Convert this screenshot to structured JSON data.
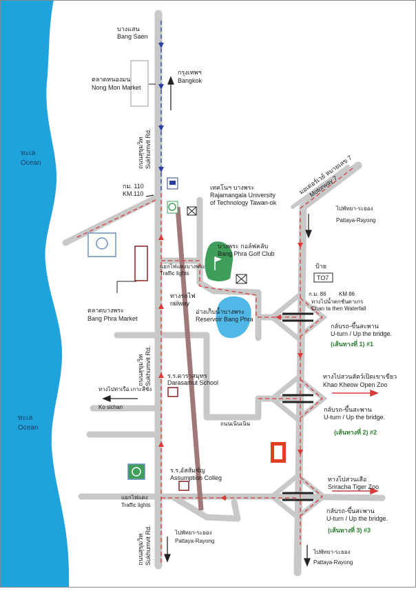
{
  "colors": {
    "ocean": "#1fa3dd",
    "road": "#c8c8c8",
    "route": "#d93a3a",
    "rail": "#a07878",
    "lake": "#4fb8e6",
    "golf": "#3f9e5a",
    "route_label_green": "#2e7d32"
  },
  "ocean": {
    "top": {
      "thai": "ทะเล",
      "en": "Ocean"
    },
    "bottom": {
      "thai": "ทะเล",
      "en": "Ocean"
    }
  },
  "places": {
    "bang_saen": {
      "thai": "บางแสน",
      "en": "Bang Saen"
    },
    "nong_mon": {
      "thai": "ตลาดหนองมน",
      "en": "Nong Mon Market"
    },
    "bangkok": {
      "thai": "กรุงเทพฯ",
      "en": "Bangkok"
    },
    "sukhumvit_top": {
      "thai": "ถนนสุขุมวิท",
      "en": "Sukhumvit Rd."
    },
    "km110": {
      "thai": "กม. 110",
      "en": "KM.110"
    },
    "university": {
      "thai": "เทคโนฯ บางพระ",
      "en1": "Rajamangala University",
      "en2": "of Technology Tawan-ok"
    },
    "golf": {
      "thai": "บางพระ กอล์ฟคลับ",
      "en": "Bang Phra Golf Club"
    },
    "traffic_top": {
      "thai": "แยกไฟแดงบางพระ",
      "en": "Traffic lights"
    },
    "railway": {
      "thai": "ทางรถไฟ",
      "en": "railway"
    },
    "reservoir": {
      "thai": "อ่างเก็บน้ำบางพระ",
      "en": "Reservoir Bang Phra"
    },
    "bang_phra_market": {
      "thai": "ตลาดบางพระ",
      "en": "Bang Phra Market"
    },
    "sukhumvit_mid": {
      "thai": "ถนนสุขุมวิท",
      "en": "Sukhumvit Rd."
    },
    "darasamut": {
      "thai": "ร.ร.ดาราสมุทร",
      "en": "Darasamut School"
    },
    "ko_sichang": {
      "thai": "ทางไปท่าเรือ เกาะสีชัง",
      "en": "Ko sichan"
    },
    "nonmuen": {
      "thai": "ถนนเนินเนิน"
    },
    "assumption": {
      "thai": "ร.ร.อัสสัมชัญ",
      "en": "Assumption Colleg"
    },
    "traffic_bottom": {
      "thai": "แยกไฟแดง",
      "en": "Traffic lights"
    },
    "sukhumvit_bottom": {
      "thai": "ถนนสุขุมวิท",
      "en": "Sukhumvit Rd."
    },
    "pattaya_bottom_left": {
      "thai": "ไปพัทยา-ระยอง",
      "en": "Pattaya-Rayong"
    },
    "motorway": {
      "thai": "มอเตอร์เวย์ หมายเลข 7",
      "en": "Motorway 7"
    },
    "pattaya_top_right": {
      "thai": "ไปพัทยา-ระยอง",
      "en": "Pattaya-Rayong"
    },
    "sign": {
      "thai": "ป้าย",
      "box": "TO7"
    },
    "km86": {
      "thai": "ก.ม. 86",
      "km": "KM 86",
      "thai2": "ทางไปน้ำตกชันตาเกร",
      "en": "Chan ta then Waterfall"
    },
    "uturn1": {
      "thai": "กลับรถ-ขึ้นสะพาน",
      "en": "U-turn / Up the bridge.",
      "route": "(เส้นทางที่ 1) #1"
    },
    "khao_kheow": {
      "thai": "ทางไปสวนสัตว์เปิดเขาเขียว",
      "en": "Khao Kheow Open Zoo"
    },
    "uturn2": {
      "thai": "กลับรถ-ขึ้นสะพาน",
      "en": "U-turn / Up the bridge.",
      "route": "(เส้นทางที่ 2) #2"
    },
    "tiger": {
      "thai": "ทางไปสวนเสือ",
      "en": "Sriracha Tiger Zoo"
    },
    "uturn3": {
      "thai": "กลับรถ-ขึ้นสะพาน",
      "en": "U-turn / Up the bridge.",
      "route": "(เส้นทางที่ 3) #3"
    },
    "pattaya_bottom_right": {
      "thai": "ไปพัทยา-ระยอง",
      "en": "Pattaya-Rayong"
    }
  }
}
